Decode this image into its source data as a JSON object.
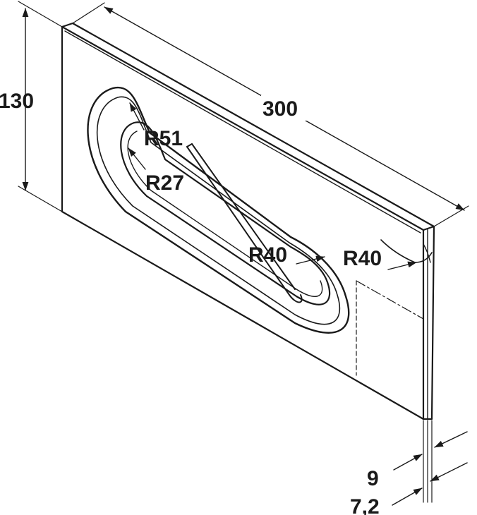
{
  "dimensions": {
    "height": "130",
    "length": "300",
    "radius_outer_recess": "R51",
    "radius_inner_recess": "R27",
    "radius_slot_end": "R40",
    "radius_top_edge": "R40",
    "thickness_total": "9",
    "thickness_panel": "7,2"
  },
  "colors": {
    "line": "#1a1a1a",
    "background": "#ffffff"
  }
}
